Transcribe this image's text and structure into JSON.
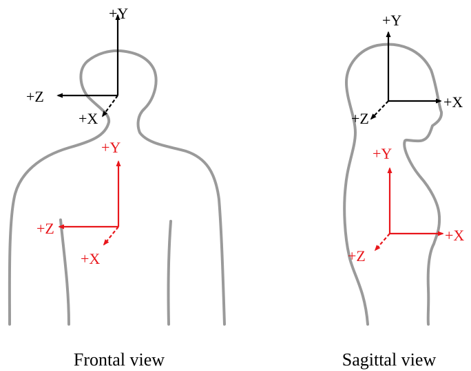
{
  "colors": {
    "head_axes": "#000000",
    "torso_axes": "#e8161b",
    "body_outline": "#9a9a9a"
  },
  "frontal": {
    "caption": "Frontal view",
    "head_axes": {
      "y_label": "+Y",
      "z_label": "+Z",
      "x_label": "+X"
    },
    "torso_axes": {
      "y_label": "+Y",
      "z_label": "+Z",
      "x_label": "+X"
    }
  },
  "sagittal": {
    "caption": "Sagittal view",
    "head_axes": {
      "y_label": "+Y",
      "x_label": "+X",
      "z_label": "+Z"
    },
    "torso_axes": {
      "y_label": "+Y",
      "x_label": "+X",
      "z_label": "+Z"
    }
  }
}
